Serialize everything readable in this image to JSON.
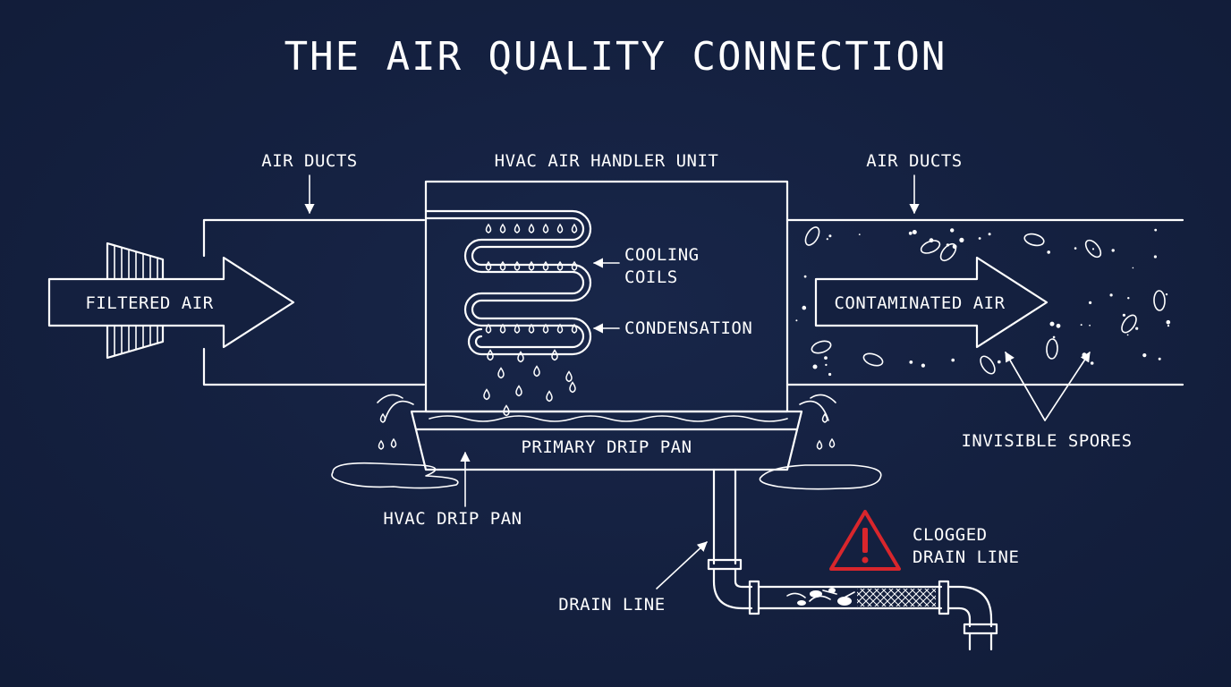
{
  "title": "THE AIR QUALITY CONNECTION",
  "labels": {
    "air_ducts_left": "AIR DUCTS",
    "air_handler": "HVAC AIR HANDLER UNIT",
    "air_ducts_right": "AIR DUCTS",
    "filtered_air": "FILTERED AIR",
    "cooling_coils_1": "COOLING",
    "cooling_coils_2": "COILS",
    "condensation": "CONDENSATION",
    "contaminated_air": "CONTAMINATED AIR",
    "invisible_spores": "INVISIBLE SPORES",
    "primary_drip_pan": "PRIMARY DRIP PAN",
    "hvac_drip_pan": "HVAC DRIP PAN",
    "drain_line": "DRAIN LINE",
    "clogged_1": "CLOGGED",
    "clogged_2": "DRAIN LINE"
  },
  "colors": {
    "background": "#14203f",
    "line": "#ffffff",
    "warning": "#d9262c"
  },
  "icons": {
    "warning": "warning-triangle-icon",
    "filter": "air-filter-icon"
  }
}
